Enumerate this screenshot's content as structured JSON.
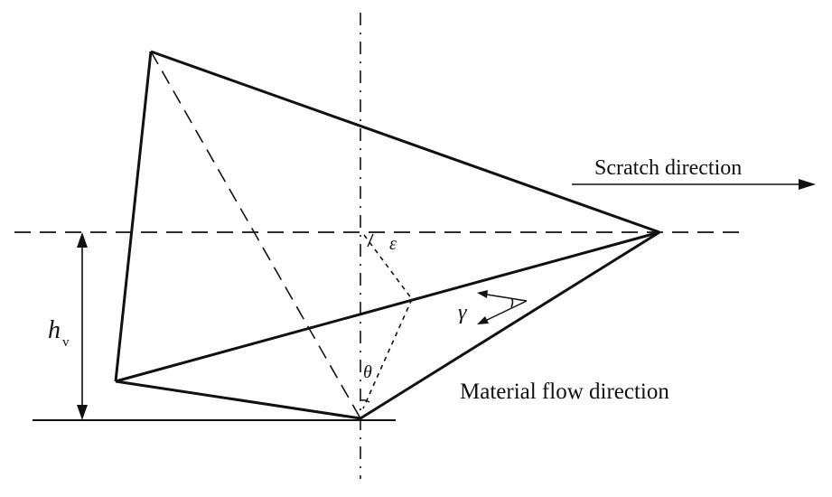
{
  "labels": {
    "scratch_direction": "Scratch direction",
    "material_flow_direction": "Material flow direction",
    "h_main": "h",
    "h_sub": "v",
    "epsilon": "ε",
    "theta": "θ",
    "gamma": "γ"
  },
  "colors": {
    "line": "#111111",
    "background": "#ffffff"
  }
}
